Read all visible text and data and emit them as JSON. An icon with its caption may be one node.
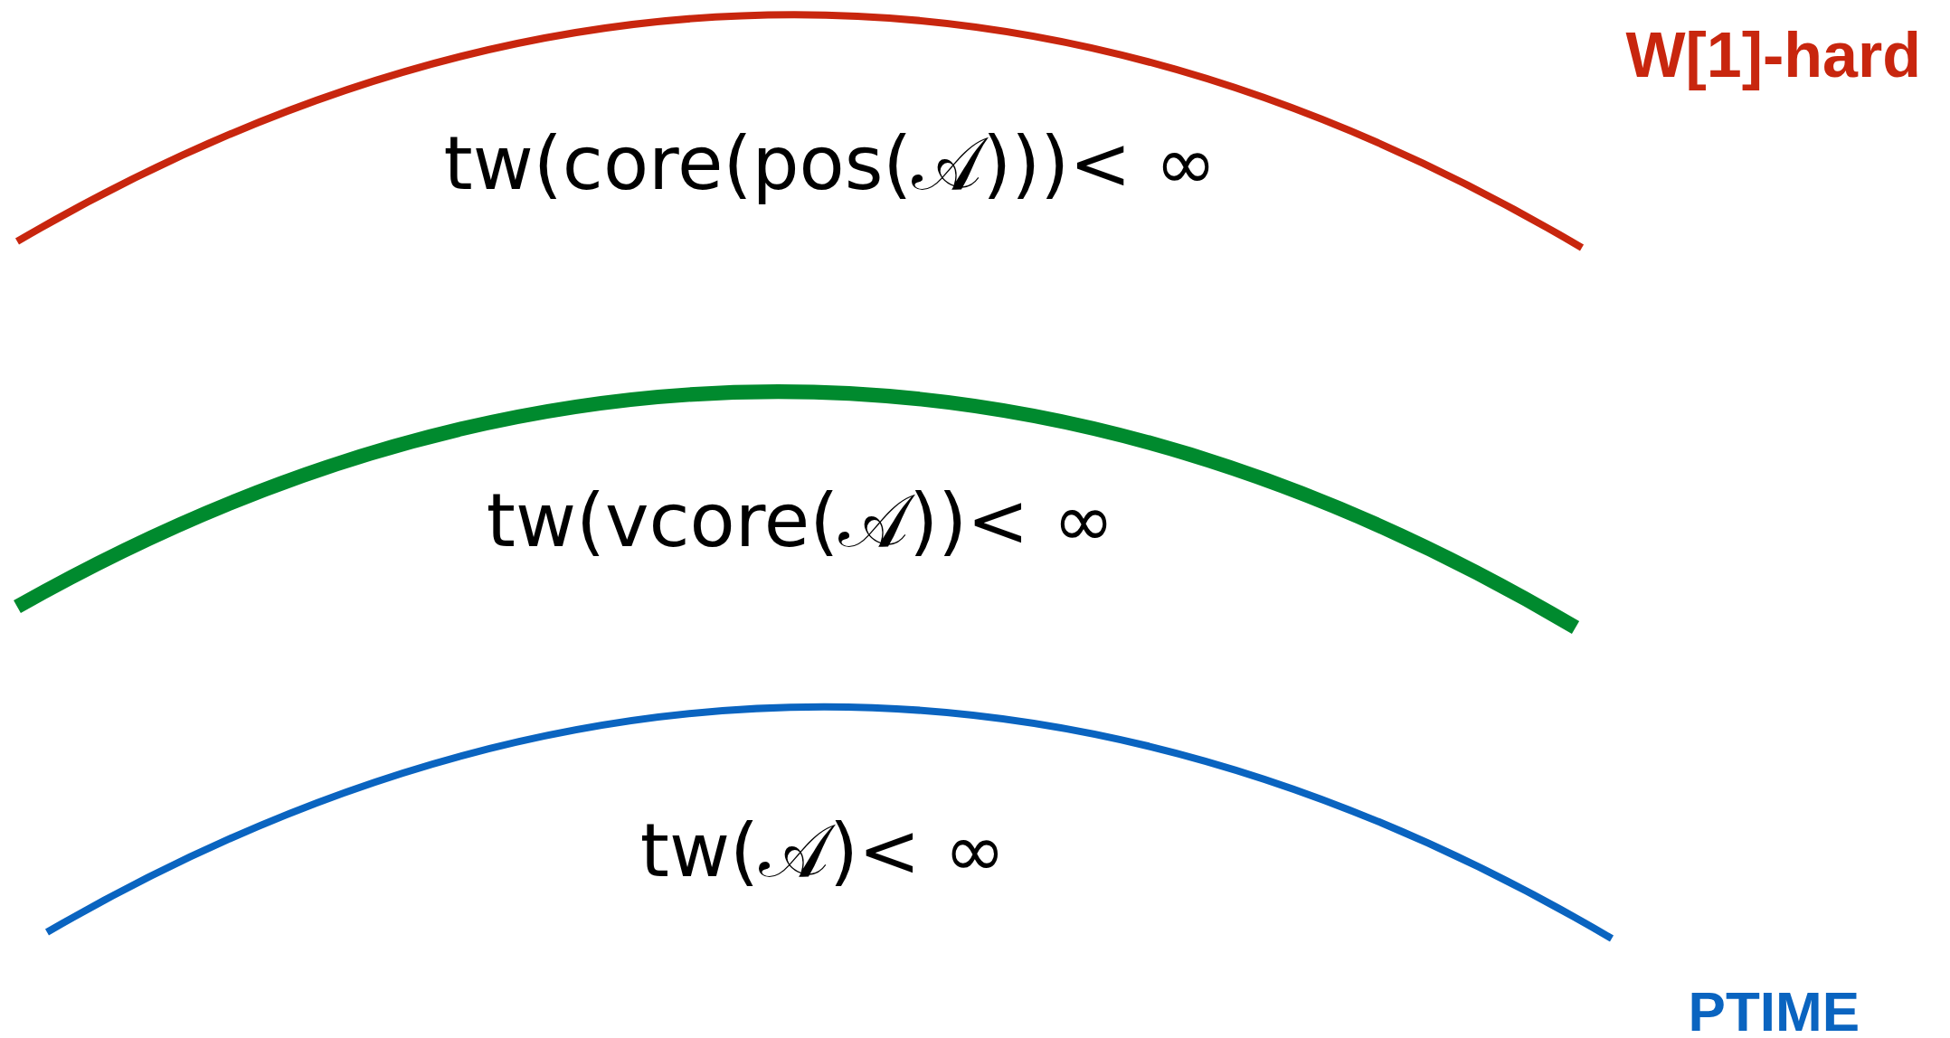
{
  "diagram": {
    "labels": [
      "W[1]-hard",
      "tw(core(pos(𝒜)))< ∞",
      "tw(vcore(𝒜))< ∞",
      "tw(𝒜)< ∞",
      "PTIME"
    ]
  }
}
